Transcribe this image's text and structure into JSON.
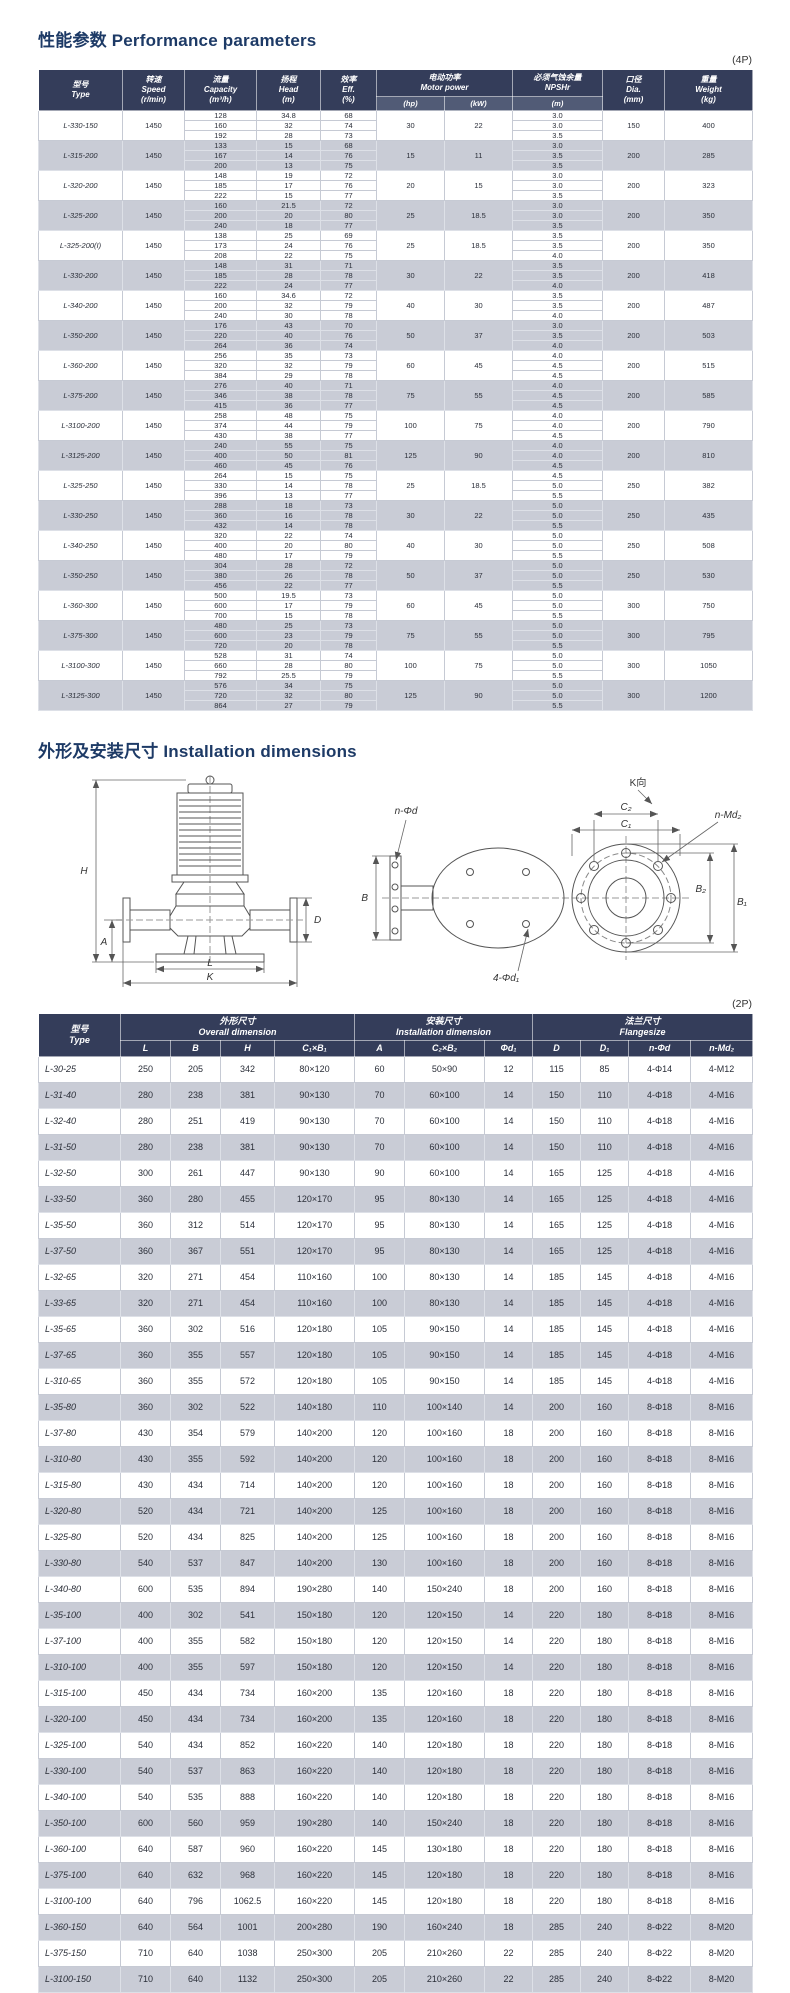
{
  "page": {
    "perf_title": "性能参数 Performance parameters",
    "perf_tag": "(4P)",
    "install_title": "外形及安装尺寸 Installation dimensions",
    "install_tag": "(2P)"
  },
  "colors": {
    "header_bg": "#343d5a",
    "subheader_bg": "#515b76",
    "stripe": "#c9ccd6",
    "title": "#1d3a66"
  },
  "perf_table": {
    "headers": {
      "type": "型号\nType",
      "speed": "转速\nSpeed\n(r/min)",
      "capacity": "流量\nCapacity\n(m³/h)",
      "head": "扬程\nHead\n(m)",
      "eff": "效率\nEff.\n(%)",
      "motor_power": "电动功率\nMotor power",
      "hp": "(hp)",
      "kw": "(kW)",
      "npshr": "必须气蚀余量\nNPSHr",
      "npshr_unit": "(m)",
      "dia": "口径\nDia.\n(mm)",
      "weight": "重量\nWeight\n(kg)"
    },
    "rows": [
      {
        "type": "L-330-150",
        "speed": "1450",
        "capacity": [
          "128",
          "160",
          "192"
        ],
        "head": [
          "34.8",
          "32",
          "28"
        ],
        "eff": [
          "68",
          "74",
          "73"
        ],
        "hp": "30",
        "kw": "22",
        "npsh": [
          "3.0",
          "3.0",
          "3.5"
        ],
        "dia": "150",
        "weight": "400"
      },
      {
        "type": "L-315-200",
        "speed": "1450",
        "capacity": [
          "133",
          "167",
          "200"
        ],
        "head": [
          "15",
          "14",
          "13"
        ],
        "eff": [
          "68",
          "76",
          "75"
        ],
        "hp": "15",
        "kw": "11",
        "npsh": [
          "3.0",
          "3.5",
          "3.5"
        ],
        "dia": "200",
        "weight": "285"
      },
      {
        "type": "L-320-200",
        "speed": "1450",
        "capacity": [
          "148",
          "185",
          "222"
        ],
        "head": [
          "19",
          "17",
          "15"
        ],
        "eff": [
          "72",
          "76",
          "77"
        ],
        "hp": "20",
        "kw": "15",
        "npsh": [
          "3.0",
          "3.0",
          "3.5"
        ],
        "dia": "200",
        "weight": "323"
      },
      {
        "type": "L-325-200",
        "speed": "1450",
        "capacity": [
          "160",
          "200",
          "240"
        ],
        "head": [
          "21.5",
          "20",
          "18"
        ],
        "eff": [
          "72",
          "80",
          "77"
        ],
        "hp": "25",
        "kw": "18.5",
        "npsh": [
          "3.0",
          "3.0",
          "3.5"
        ],
        "dia": "200",
        "weight": "350"
      },
      {
        "type": "L-325-200(I)",
        "speed": "1450",
        "capacity": [
          "138",
          "173",
          "208"
        ],
        "head": [
          "25",
          "24",
          "22"
        ],
        "eff": [
          "69",
          "76",
          "75"
        ],
        "hp": "25",
        "kw": "18.5",
        "npsh": [
          "3.5",
          "3.5",
          "4.0"
        ],
        "dia": "200",
        "weight": "350"
      },
      {
        "type": "L-330-200",
        "speed": "1450",
        "capacity": [
          "148",
          "185",
          "222"
        ],
        "head": [
          "31",
          "28",
          "24"
        ],
        "eff": [
          "71",
          "78",
          "77"
        ],
        "hp": "30",
        "kw": "22",
        "npsh": [
          "3.5",
          "3.5",
          "4.0"
        ],
        "dia": "200",
        "weight": "418"
      },
      {
        "type": "L-340-200",
        "speed": "1450",
        "capacity": [
          "160",
          "200",
          "240"
        ],
        "head": [
          "34.6",
          "32",
          "30"
        ],
        "eff": [
          "72",
          "79",
          "78"
        ],
        "hp": "40",
        "kw": "30",
        "npsh": [
          "3.5",
          "3.5",
          "4.0"
        ],
        "dia": "200",
        "weight": "487"
      },
      {
        "type": "L-350-200",
        "speed": "1450",
        "capacity": [
          "176",
          "220",
          "264"
        ],
        "head": [
          "43",
          "40",
          "36"
        ],
        "eff": [
          "70",
          "76",
          "74"
        ],
        "hp": "50",
        "kw": "37",
        "npsh": [
          "3.0",
          "3.5",
          "4.0"
        ],
        "dia": "200",
        "weight": "503"
      },
      {
        "type": "L-360-200",
        "speed": "1450",
        "capacity": [
          "256",
          "320",
          "384"
        ],
        "head": [
          "35",
          "32",
          "29"
        ],
        "eff": [
          "73",
          "79",
          "78"
        ],
        "hp": "60",
        "kw": "45",
        "npsh": [
          "4.0",
          "4.5",
          "4.5"
        ],
        "dia": "200",
        "weight": "515"
      },
      {
        "type": "L-375-200",
        "speed": "1450",
        "capacity": [
          "276",
          "346",
          "415"
        ],
        "head": [
          "40",
          "38",
          "36"
        ],
        "eff": [
          "71",
          "78",
          "77"
        ],
        "hp": "75",
        "kw": "55",
        "npsh": [
          "4.0",
          "4.5",
          "4.5"
        ],
        "dia": "200",
        "weight": "585"
      },
      {
        "type": "L-3100-200",
        "speed": "1450",
        "capacity": [
          "258",
          "374",
          "430"
        ],
        "head": [
          "48",
          "44",
          "38"
        ],
        "eff": [
          "75",
          "79",
          "77"
        ],
        "hp": "100",
        "kw": "75",
        "npsh": [
          "4.0",
          "4.0",
          "4.5"
        ],
        "dia": "200",
        "weight": "790"
      },
      {
        "type": "L-3125-200",
        "speed": "1450",
        "capacity": [
          "240",
          "400",
          "460"
        ],
        "head": [
          "55",
          "50",
          "45"
        ],
        "eff": [
          "75",
          "81",
          "76"
        ],
        "hp": "125",
        "kw": "90",
        "npsh": [
          "4.0",
          "4.0",
          "4.5"
        ],
        "dia": "200",
        "weight": "810"
      },
      {
        "type": "L-325-250",
        "speed": "1450",
        "capacity": [
          "264",
          "330",
          "396"
        ],
        "head": [
          "15",
          "14",
          "13"
        ],
        "eff": [
          "75",
          "78",
          "77"
        ],
        "hp": "25",
        "kw": "18.5",
        "npsh": [
          "4.5",
          "5.0",
          "5.5"
        ],
        "dia": "250",
        "weight": "382"
      },
      {
        "type": "L-330-250",
        "speed": "1450",
        "capacity": [
          "288",
          "360",
          "432"
        ],
        "head": [
          "18",
          "16",
          "14"
        ],
        "eff": [
          "73",
          "78",
          "78"
        ],
        "hp": "30",
        "kw": "22",
        "npsh": [
          "5.0",
          "5.0",
          "5.5"
        ],
        "dia": "250",
        "weight": "435"
      },
      {
        "type": "L-340-250",
        "speed": "1450",
        "capacity": [
          "320",
          "400",
          "480"
        ],
        "head": [
          "22",
          "20",
          "17"
        ],
        "eff": [
          "74",
          "80",
          "79"
        ],
        "hp": "40",
        "kw": "30",
        "npsh": [
          "5.0",
          "5.0",
          "5.5"
        ],
        "dia": "250",
        "weight": "508"
      },
      {
        "type": "L-350-250",
        "speed": "1450",
        "capacity": [
          "304",
          "380",
          "456"
        ],
        "head": [
          "28",
          "26",
          "22"
        ],
        "eff": [
          "72",
          "78",
          "77"
        ],
        "hp": "50",
        "kw": "37",
        "npsh": [
          "5.0",
          "5.0",
          "5.5"
        ],
        "dia": "250",
        "weight": "530"
      },
      {
        "type": "L-360-300",
        "speed": "1450",
        "capacity": [
          "500",
          "600",
          "700"
        ],
        "head": [
          "19.5",
          "17",
          "15"
        ],
        "eff": [
          "73",
          "79",
          "78"
        ],
        "hp": "60",
        "kw": "45",
        "npsh": [
          "5.0",
          "5.0",
          "5.5"
        ],
        "dia": "300",
        "weight": "750"
      },
      {
        "type": "L-375-300",
        "speed": "1450",
        "capacity": [
          "480",
          "600",
          "720"
        ],
        "head": [
          "25",
          "23",
          "20"
        ],
        "eff": [
          "73",
          "79",
          "78"
        ],
        "hp": "75",
        "kw": "55",
        "npsh": [
          "5.0",
          "5.0",
          "5.5"
        ],
        "dia": "300",
        "weight": "795"
      },
      {
        "type": "L-3100-300",
        "speed": "1450",
        "capacity": [
          "528",
          "660",
          "792"
        ],
        "head": [
          "31",
          "28",
          "25.5"
        ],
        "eff": [
          "74",
          "80",
          "79"
        ],
        "hp": "100",
        "kw": "75",
        "npsh": [
          "5.0",
          "5.0",
          "5.5"
        ],
        "dia": "300",
        "weight": "1050"
      },
      {
        "type": "L-3125-300",
        "speed": "1450",
        "capacity": [
          "576",
          "720",
          "864"
        ],
        "head": [
          "34",
          "32",
          "27"
        ],
        "eff": [
          "75",
          "80",
          "79"
        ],
        "hp": "125",
        "kw": "90",
        "npsh": [
          "5.0",
          "5.0",
          "5.5"
        ],
        "dia": "300",
        "weight": "1200"
      }
    ]
  },
  "drawing": {
    "h": "H",
    "a": "A",
    "l": "L",
    "k": "K",
    "d": "D",
    "k_view": "K向",
    "c1": "C₁",
    "c2": "C₂",
    "n_pd": "n-Φd",
    "n_md2": "n-Md₂",
    "b": "B",
    "b1": "B₁",
    "b2": "B₂",
    "pd1_4": "4-Φd₁"
  },
  "dim_table": {
    "headers": {
      "type": "型号\nType",
      "overall": "外形尺寸\nOverall dimension",
      "install": "安装尺寸\nInstallation dimension",
      "flange": "法兰尺寸\nFlangesize",
      "cols": [
        "L",
        "B",
        "H",
        "C₁×B₁",
        "A",
        "C₂×B₂",
        "Φd₁",
        "D",
        "D₁",
        "n-Φd",
        "n-Md₂"
      ]
    },
    "rows": [
      [
        "L-30-25",
        "250",
        "205",
        "342",
        "80×120",
        "60",
        "50×90",
        "12",
        "115",
        "85",
        "4-Φ14",
        "4-M12"
      ],
      [
        "L-31-40",
        "280",
        "238",
        "381",
        "90×130",
        "70",
        "60×100",
        "14",
        "150",
        "110",
        "4-Φ18",
        "4-M16"
      ],
      [
        "L-32-40",
        "280",
        "251",
        "419",
        "90×130",
        "70",
        "60×100",
        "14",
        "150",
        "110",
        "4-Φ18",
        "4-M16"
      ],
      [
        "L-31-50",
        "280",
        "238",
        "381",
        "90×130",
        "70",
        "60×100",
        "14",
        "150",
        "110",
        "4-Φ18",
        "4-M16"
      ],
      [
        "L-32-50",
        "300",
        "261",
        "447",
        "90×130",
        "90",
        "60×100",
        "14",
        "165",
        "125",
        "4-Φ18",
        "4-M16"
      ],
      [
        "L-33-50",
        "360",
        "280",
        "455",
        "120×170",
        "95",
        "80×130",
        "14",
        "165",
        "125",
        "4-Φ18",
        "4-M16"
      ],
      [
        "L-35-50",
        "360",
        "312",
        "514",
        "120×170",
        "95",
        "80×130",
        "14",
        "165",
        "125",
        "4-Φ18",
        "4-M16"
      ],
      [
        "L-37-50",
        "360",
        "367",
        "551",
        "120×170",
        "95",
        "80×130",
        "14",
        "165",
        "125",
        "4-Φ18",
        "4-M16"
      ],
      [
        "L-32-65",
        "320",
        "271",
        "454",
        "110×160",
        "100",
        "80×130",
        "14",
        "185",
        "145",
        "4-Φ18",
        "4-M16"
      ],
      [
        "L-33-65",
        "320",
        "271",
        "454",
        "110×160",
        "100",
        "80×130",
        "14",
        "185",
        "145",
        "4-Φ18",
        "4-M16"
      ],
      [
        "L-35-65",
        "360",
        "302",
        "516",
        "120×180",
        "105",
        "90×150",
        "14",
        "185",
        "145",
        "4-Φ18",
        "4-M16"
      ],
      [
        "L-37-65",
        "360",
        "355",
        "557",
        "120×180",
        "105",
        "90×150",
        "14",
        "185",
        "145",
        "4-Φ18",
        "4-M16"
      ],
      [
        "L-310-65",
        "360",
        "355",
        "572",
        "120×180",
        "105",
        "90×150",
        "14",
        "185",
        "145",
        "4-Φ18",
        "4-M16"
      ],
      [
        "L-35-80",
        "360",
        "302",
        "522",
        "140×180",
        "110",
        "100×140",
        "14",
        "200",
        "160",
        "8-Φ18",
        "8-M16"
      ],
      [
        "L-37-80",
        "430",
        "354",
        "579",
        "140×200",
        "120",
        "100×160",
        "18",
        "200",
        "160",
        "8-Φ18",
        "8-M16"
      ],
      [
        "L-310-80",
        "430",
        "355",
        "592",
        "140×200",
        "120",
        "100×160",
        "18",
        "200",
        "160",
        "8-Φ18",
        "8-M16"
      ],
      [
        "L-315-80",
        "430",
        "434",
        "714",
        "140×200",
        "120",
        "100×160",
        "18",
        "200",
        "160",
        "8-Φ18",
        "8-M16"
      ],
      [
        "L-320-80",
        "520",
        "434",
        "721",
        "140×200",
        "125",
        "100×160",
        "18",
        "200",
        "160",
        "8-Φ18",
        "8-M16"
      ],
      [
        "L-325-80",
        "520",
        "434",
        "825",
        "140×200",
        "125",
        "100×160",
        "18",
        "200",
        "160",
        "8-Φ18",
        "8-M16"
      ],
      [
        "L-330-80",
        "540",
        "537",
        "847",
        "140×200",
        "130",
        "100×160",
        "18",
        "200",
        "160",
        "8-Φ18",
        "8-M16"
      ],
      [
        "L-340-80",
        "600",
        "535",
        "894",
        "190×280",
        "140",
        "150×240",
        "18",
        "200",
        "160",
        "8-Φ18",
        "8-M16"
      ],
      [
        "L-35-100",
        "400",
        "302",
        "541",
        "150×180",
        "120",
        "120×150",
        "14",
        "220",
        "180",
        "8-Φ18",
        "8-M16"
      ],
      [
        "L-37-100",
        "400",
        "355",
        "582",
        "150×180",
        "120",
        "120×150",
        "14",
        "220",
        "180",
        "8-Φ18",
        "8-M16"
      ],
      [
        "L-310-100",
        "400",
        "355",
        "597",
        "150×180",
        "120",
        "120×150",
        "14",
        "220",
        "180",
        "8-Φ18",
        "8-M16"
      ],
      [
        "L-315-100",
        "450",
        "434",
        "734",
        "160×200",
        "135",
        "120×160",
        "18",
        "220",
        "180",
        "8-Φ18",
        "8-M16"
      ],
      [
        "L-320-100",
        "450",
        "434",
        "734",
        "160×200",
        "135",
        "120×160",
        "18",
        "220",
        "180",
        "8-Φ18",
        "8-M16"
      ],
      [
        "L-325-100",
        "540",
        "434",
        "852",
        "160×220",
        "140",
        "120×180",
        "18",
        "220",
        "180",
        "8-Φ18",
        "8-M16"
      ],
      [
        "L-330-100",
        "540",
        "537",
        "863",
        "160×220",
        "140",
        "120×180",
        "18",
        "220",
        "180",
        "8-Φ18",
        "8-M16"
      ],
      [
        "L-340-100",
        "540",
        "535",
        "888",
        "160×220",
        "140",
        "120×180",
        "18",
        "220",
        "180",
        "8-Φ18",
        "8-M16"
      ],
      [
        "L-350-100",
        "600",
        "560",
        "959",
        "190×280",
        "140",
        "150×240",
        "18",
        "220",
        "180",
        "8-Φ18",
        "8-M16"
      ],
      [
        "L-360-100",
        "640",
        "587",
        "960",
        "160×220",
        "145",
        "130×180",
        "18",
        "220",
        "180",
        "8-Φ18",
        "8-M16"
      ],
      [
        "L-375-100",
        "640",
        "632",
        "968",
        "160×220",
        "145",
        "120×180",
        "18",
        "220",
        "180",
        "8-Φ18",
        "8-M16"
      ],
      [
        "L-3100-100",
        "640",
        "796",
        "1062.5",
        "160×220",
        "145",
        "120×180",
        "18",
        "220",
        "180",
        "8-Φ18",
        "8-M16"
      ],
      [
        "L-360-150",
        "640",
        "564",
        "1001",
        "200×280",
        "190",
        "160×240",
        "18",
        "285",
        "240",
        "8-Φ22",
        "8-M20"
      ],
      [
        "L-375-150",
        "710",
        "640",
        "1038",
        "250×300",
        "205",
        "210×260",
        "22",
        "285",
        "240",
        "8-Φ22",
        "8-M20"
      ],
      [
        "L-3100-150",
        "710",
        "640",
        "1132",
        "250×300",
        "205",
        "210×260",
        "22",
        "285",
        "240",
        "8-Φ22",
        "8-M20"
      ]
    ]
  }
}
